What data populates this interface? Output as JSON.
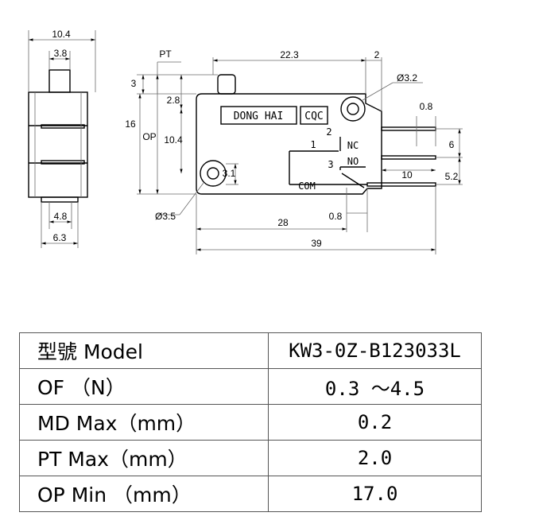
{
  "drawing": {
    "dimensions": {
      "side_width": "10.4",
      "side_plunger": "3.8",
      "side_lower_inner": "4.8",
      "side_lower_outer": "6.3",
      "pt": "PT",
      "top_length": "22.3",
      "right_offset": "2",
      "hole_top": "Ø3.2",
      "hole_bottom": "Ø3.5",
      "terminal_thickness": "0.8",
      "plunger_height": "3",
      "height_total": "16",
      "op": "OP",
      "dim_28a": "2.8",
      "dim_104": "10.4",
      "dim_31": "3.1",
      "pitch_6": "6",
      "terminal_len": "10",
      "pitch_52": "5.2",
      "dim_28": "28",
      "bottom_08": "0.8",
      "total_39": "39"
    },
    "labels": {
      "brand": "DONG HAI",
      "cert": "CQC",
      "pin1": "1",
      "pin2": "2",
      "pin3": "3",
      "nc": "NC",
      "no": "NO",
      "com": "COM"
    }
  },
  "spec_table": [
    {
      "param": "型號 Model",
      "value": "KW3-0Z-B123033L"
    },
    {
      "param": "OF   （N）",
      "value": "0.3 ～4.5"
    },
    {
      "param": "MD   Max（mm）",
      "value": "0.2"
    },
    {
      "param": "PT   Max（mm）",
      "value": "2.0"
    },
    {
      "param": "OP   Min （mm）",
      "value": "17.0"
    }
  ]
}
